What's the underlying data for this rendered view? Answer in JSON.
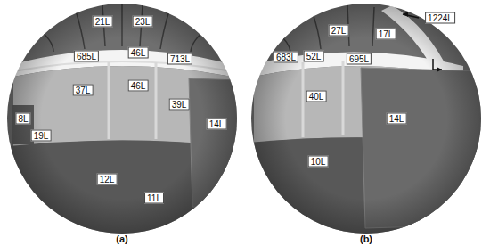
{
  "diagram": {
    "labels": [
      "21L",
      "23L",
      "685L",
      "46L",
      "713L",
      "37L",
      "46L",
      "39L",
      "8L",
      "19L",
      "14L",
      "12L",
      "11L",
      "1224L",
      "27L",
      "17L",
      "683L",
      "52L",
      "695L",
      "40L",
      "14L",
      "10L",
      "(a)",
      "(b)"
    ]
  }
}
